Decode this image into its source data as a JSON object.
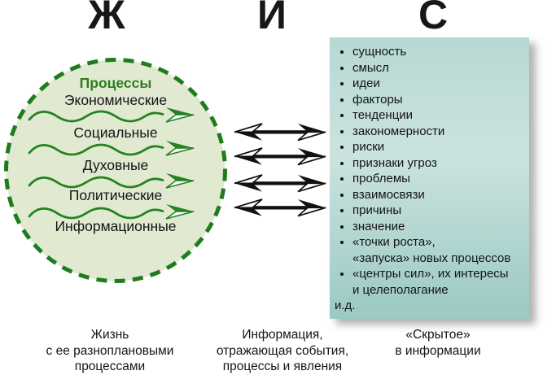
{
  "headers": {
    "zh": "Ж",
    "i": "И",
    "s": "С"
  },
  "circle": {
    "title": "Процессы",
    "processes": [
      "Экономические",
      "Социальные",
      "Духовные",
      "Политические",
      "Информационные"
    ]
  },
  "panel": {
    "items": [
      "сущность",
      "смысл",
      "идеи",
      "факторы",
      "тенденции",
      "закономерности",
      "риски",
      "признаки угроз",
      "проблемы",
      "взаимосвязи",
      "причины",
      "значение",
      "«точки роста»,\n«запуска» новых процессов",
      "«центры сил», их интересы\nи целеполагание"
    ],
    "footer": "и.д."
  },
  "captions": {
    "life": "Жизнь\nс ее разноплановыми\nпроцессами",
    "information": "Информация,\nотражающая события,\nпроцессы и явления",
    "hidden": "«Скрытое»\nв информации"
  },
  "icons": {
    "wave_arrow": "green-wavy-right-arrow",
    "exchange_arrow": "black-double-headed-arrow",
    "circle_border": "green-dashed-circle"
  },
  "colors": {
    "title_green": "#2e7d1f",
    "wave_green": "#238223",
    "circle_fill": "#e1e9d1",
    "circle_border": "#1e7c1e",
    "panel_top": "#b7d8d4",
    "panel_mid": "#cbe3df",
    "panel_bottom": "#9bc9c3",
    "arrow_black": "#111111"
  }
}
